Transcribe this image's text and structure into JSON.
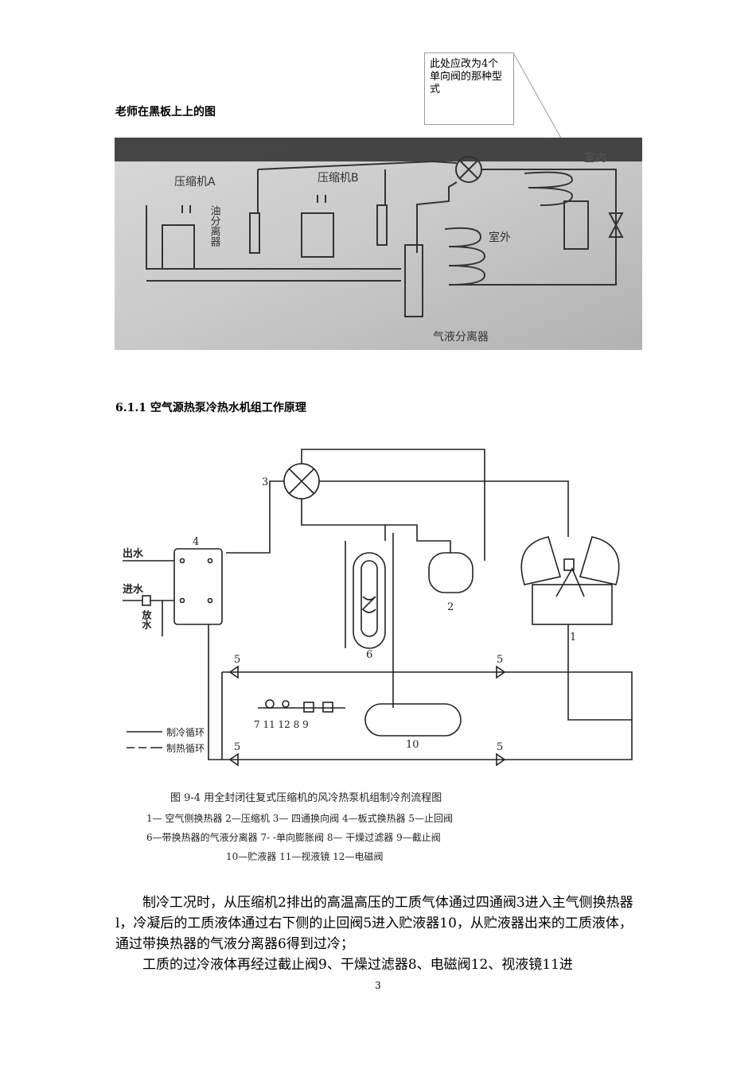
{
  "comment": {
    "text": "此处应改为4个单向阀的那种型式"
  },
  "heading_teacher": "老师在黑板上上的图",
  "photo": {
    "labels": {
      "comp_a": "压缩机A",
      "oil_sep": "油分离器",
      "comp_b": "压缩机B",
      "outdoor": "室外",
      "indoor": "室内",
      "gas_liq_sep": "气液分离器"
    }
  },
  "heading_section": "6.1.1 空气源热泵冷热水机组工作原理",
  "schematic": {
    "labels": {
      "n3": "3",
      "n4": "4",
      "n6": "6",
      "n2": "2",
      "n1": "1",
      "n10": "10",
      "n5": "5",
      "out_water": "出水",
      "in_water": "进水",
      "drain": "放水",
      "valves": "7 11 12 8  9",
      "legend_cool": "制冷循环",
      "legend_heat": "制热循环"
    },
    "caption_title": "图 9-4    用全封闭往复式压缩机的风冷热泵机组制冷剂流程图",
    "caption_lines": [
      "1— 空气侧换热器    2—压缩机    3— 四通换向阀    4—板式换热器    5—止回阀",
      "6—带换热器的气液分离器    7- -单向膨胀阀    8— 干燥过滤器    9—截止阀",
      "10—贮液器    11—视液镜    12—电磁阀"
    ]
  },
  "paragraph1": "制冷工况时，从压缩机2排出的高温高压的工质气体通过四通阀3进入主气侧换热器l，冷凝后的工质液体通过右下侧的止回阀5进入贮液器10，从贮液器出来的工质液体，通过带换热器的气液分离器6得到过冷；",
  "paragraph2": "工质的过冷液体再经过截止阀9、干燥过滤器8、电磁阀12、视液镜11进",
  "page_number": "3"
}
